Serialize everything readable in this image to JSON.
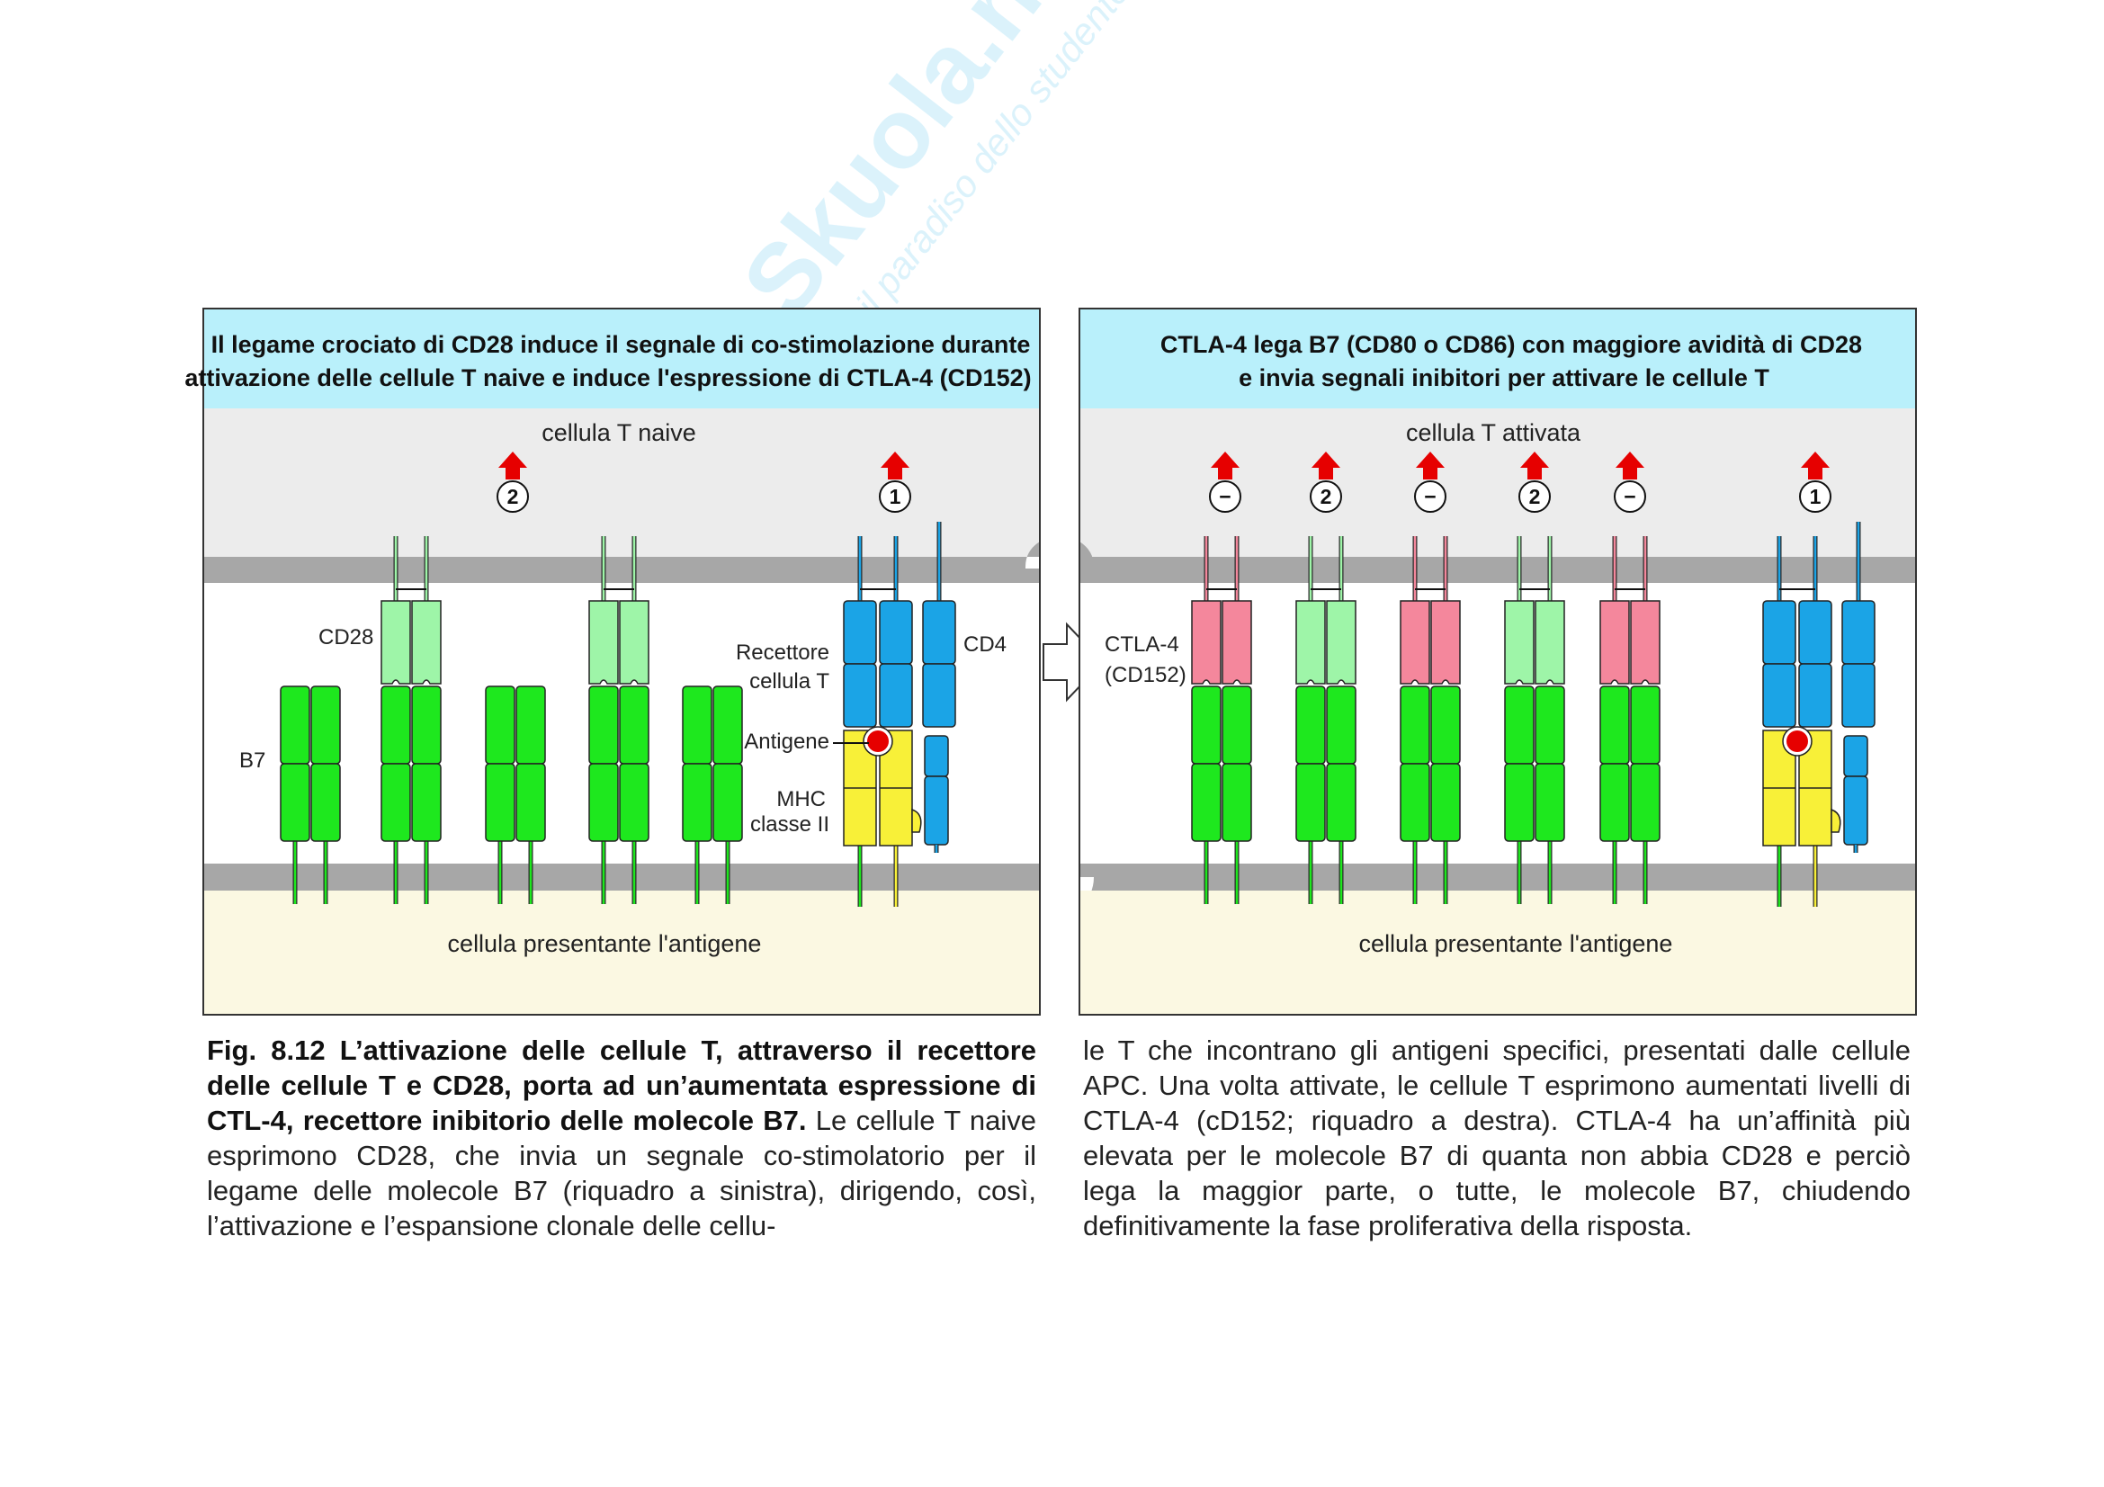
{
  "watermark": {
    "brand": "Skuola.net",
    "tagline": "il paradiso dello studente"
  },
  "left_panel": {
    "title_line1": "Il legame crociato di CD28 induce il segnale di co-stimolazione durante",
    "title_line2": "attivazione delle cellule T naive e induce l'espressione di CTLA-4 (CD152)",
    "top_cell_label": "cellula T naive",
    "bottom_cell_label": "cellula presentante l'antigene",
    "labels": {
      "cd28": "CD28",
      "b7": "B7",
      "tcr_line1": "Recettore",
      "tcr_line2": "cellula T",
      "antigen": "Antigene",
      "mhc_line1": "MHC",
      "mhc_line2": "classe  II",
      "cd4": "CD4"
    },
    "signals": [
      "2",
      "1"
    ]
  },
  "right_panel": {
    "title_line1": "CTLA-4 lega B7 (CD80 o CD86) con maggiore avidità di CD28",
    "title_line2": "e invia segnali inibitori per attivare le cellule T",
    "top_cell_label": "cellula T attivata",
    "bottom_cell_label": "cellula presentante l'antigene",
    "labels": {
      "ctla4_line1": "CTLA-4",
      "ctla4_line2": "(CD152)"
    },
    "signals": [
      "−",
      "2",
      "−",
      "2",
      "−",
      "1"
    ]
  },
  "colors": {
    "title_bg": "#b9f0fb",
    "t_cell": "#ececec",
    "apc": "#fbf8e2",
    "membrane": "#a7a7a7",
    "b7": "#1ee81e",
    "cd28": "#9ef5a8",
    "ctla4": "#f4879c",
    "tcr": "#1ba4e6",
    "mhc": "#f8f038",
    "antigen": "#e60000",
    "signal_arrow": "#e60000"
  },
  "caption": {
    "left_bold": "Fig. 8.12  L’attivazione delle cellule T, attraverso il recettore delle cellule T e CD28, porta ad un’aumentata espressione di CTL-4, recettore inibitorio delle molecole B7.",
    "left_text": " Le cellule T naive esprimono CD28, che invia un segnale co-stimolatorio per il legame delle molecole B7 (riquadro a sinistra), dirigendo, così, l’attivazione e l’espansione clonale delle cellu-",
    "right_text": "le T che incontrano gli antigeni specifici, presentati dalle cellule APC. Una volta attivate, le cellule T esprimono aumentati livelli di CTLA-4 (cD152; riquadro a destra). CTLA-4 ha un’affinità più elevata per le molecole B7 di quanta non abbia CD28 e perciò lega la maggior parte, o tutte, le molecole B7, chiudendo definitivamente la fase proliferativa della risposta."
  }
}
